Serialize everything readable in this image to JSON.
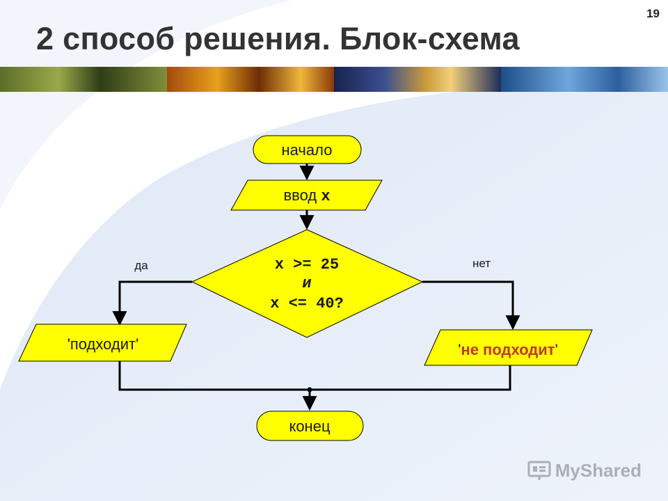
{
  "slide": {
    "title": "2 способ решения. Блок-схема",
    "page_number": "19"
  },
  "flowchart": {
    "start": "начало",
    "input_prefix": "ввод ",
    "input_var": "x",
    "condition": {
      "line1_var": "x",
      "line1_op": " >= 25",
      "line2": "и",
      "line3_var": "x",
      "line3_op": " <= 40?"
    },
    "yes_label": "да",
    "no_label": "нет",
    "yes_output": "'подходит'",
    "no_output_open": "'",
    "no_output_text": "не подходит",
    "no_output_close": "'",
    "end": "конец"
  },
  "watermark": {
    "text": "MyShared"
  },
  "colors": {
    "node_fill": "#FFFF00",
    "node_stroke": "#000000",
    "title": "#333333",
    "accent_red": "#C0392B"
  }
}
